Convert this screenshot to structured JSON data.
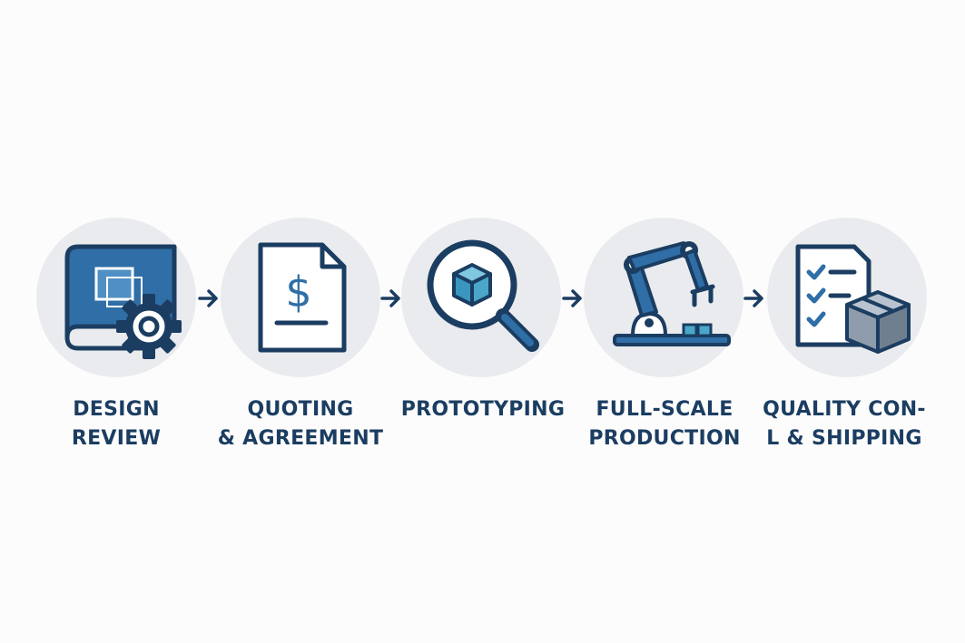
{
  "steps": [
    {
      "icon": "blueprint-gear-icon",
      "line1": "DESIGN",
      "line2": "REVIEW"
    },
    {
      "icon": "dollar-document-icon",
      "line1": "QUOTING",
      "line2": "& AGREEMENT"
    },
    {
      "icon": "magnifier-cube-icon",
      "line1": "PROTOTYPING",
      "line2": ""
    },
    {
      "icon": "robotic-arm-icon",
      "line1": "FULL-SCALE",
      "line2": "PRODUCTION"
    },
    {
      "icon": "checklist-box-icon",
      "line1": "QUALITY CON-",
      "line2": "L & SHIPPING"
    }
  ],
  "colors": {
    "navy": "#1b3d61",
    "blue": "#2f6ea6",
    "teal": "#4aa7c9",
    "circle": "#e9ebee"
  }
}
